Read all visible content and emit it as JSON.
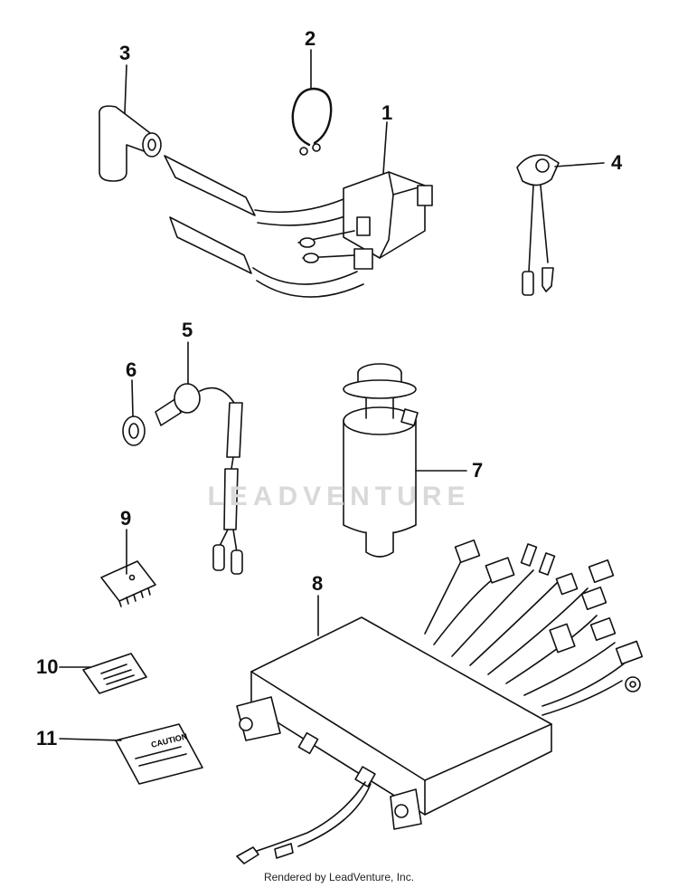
{
  "callouts": {
    "c1": "1",
    "c2": "2",
    "c3": "3",
    "c4": "4",
    "c5": "5",
    "c6": "6",
    "c7": "7",
    "c8": "8",
    "c9": "9",
    "c10": "10",
    "c11": "11"
  },
  "labels": {
    "caution": "CAUTION"
  },
  "watermark": "LEADVENTURE",
  "footer": "Rendered by LeadVenture, Inc."
}
